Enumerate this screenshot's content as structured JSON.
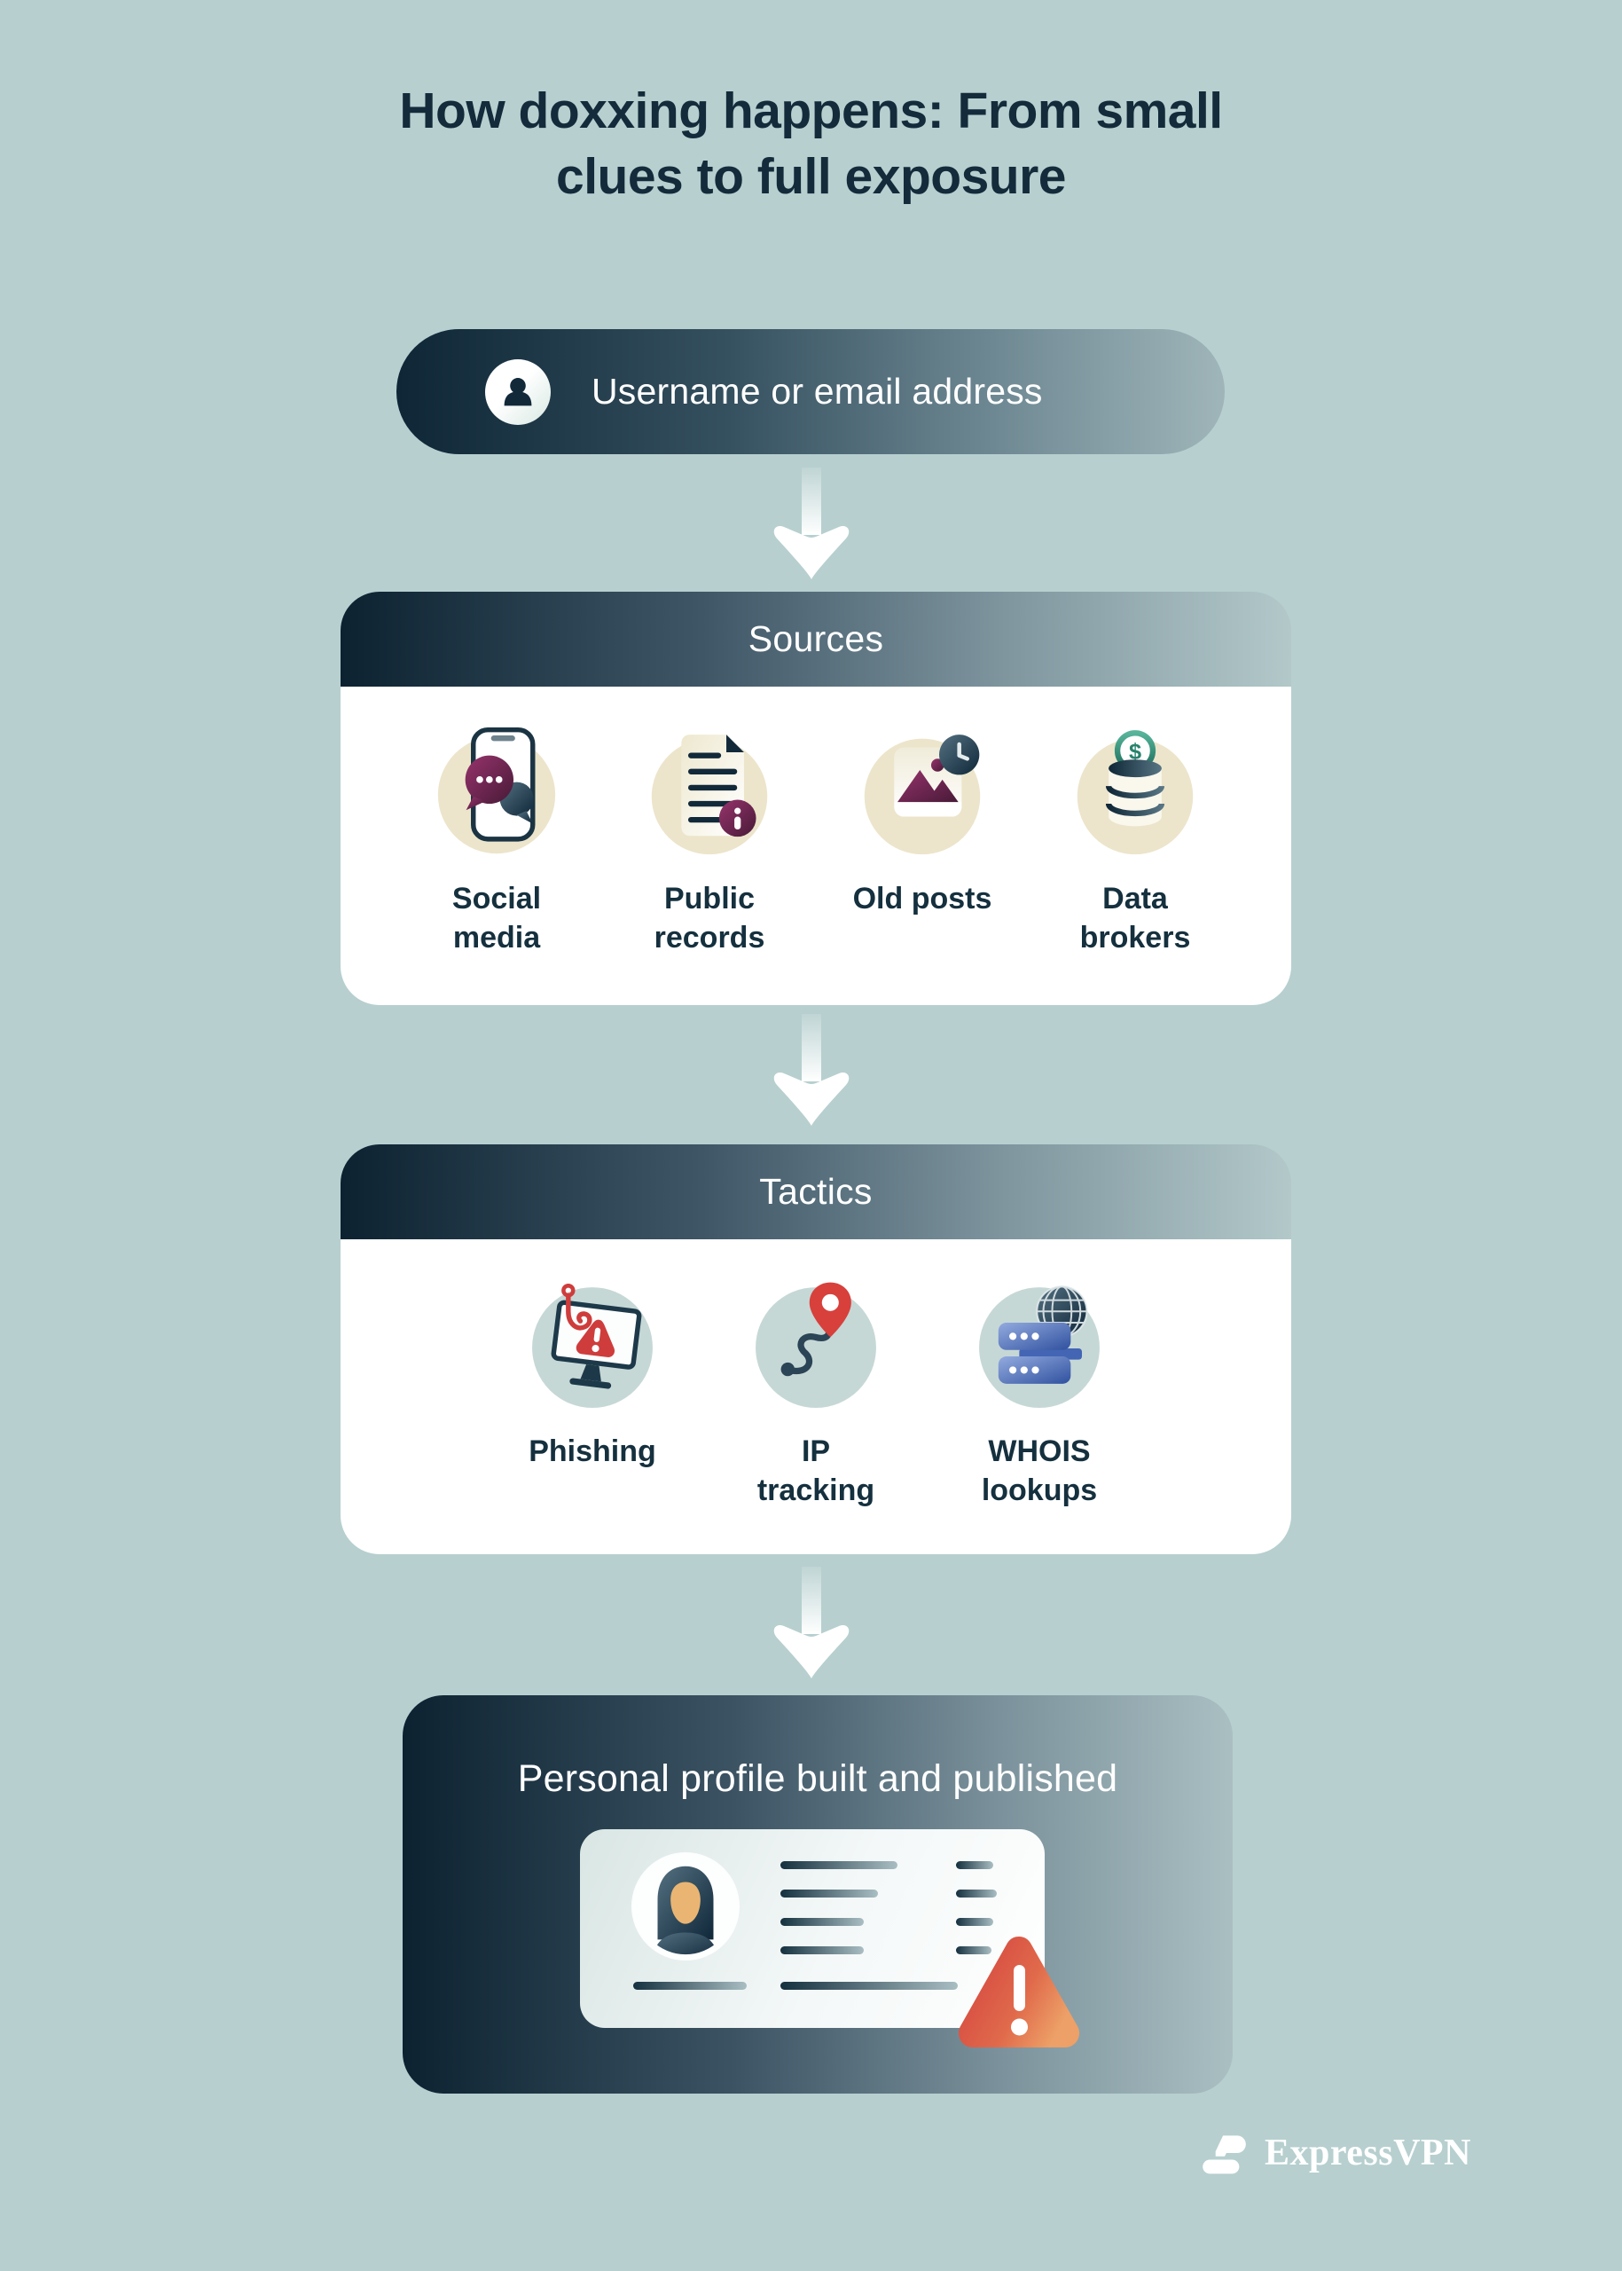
{
  "page": {
    "title": "How doxxing happens: From small clues to full exposure"
  },
  "pill": {
    "label": "Username or email address",
    "icon": "user-icon"
  },
  "sources": {
    "title": "Sources",
    "items": [
      {
        "label": "Social media",
        "icon": "social-media-icon"
      },
      {
        "label": "Public records",
        "icon": "public-records-icon"
      },
      {
        "label": "Old posts",
        "icon": "old-posts-icon"
      },
      {
        "label": "Data brokers",
        "icon": "data-brokers-icon"
      }
    ]
  },
  "tactics": {
    "title": "Tactics",
    "items": [
      {
        "label": "Phishing",
        "icon": "phishing-icon"
      },
      {
        "label": "IP tracking",
        "icon": "ip-tracking-icon"
      },
      {
        "label": "WHOIS lookups",
        "icon": "whois-lookups-icon"
      }
    ]
  },
  "outcome": {
    "title": "Personal profile built and published"
  },
  "footer": {
    "brand": "ExpressVPN"
  },
  "colors": {
    "background": "#b7cfcf",
    "navy": "#132b3a",
    "card_white": "#ffffff",
    "icon_circle_beige": "#ece5cb",
    "icon_circle_teal": "#c6d8d6",
    "accent_purple": "#7c2a58",
    "accent_green": "#2a8a71",
    "accent_red": "#d4403e",
    "accent_orange": "#ed9a5f",
    "accent_blue": "#4c6fb5"
  }
}
